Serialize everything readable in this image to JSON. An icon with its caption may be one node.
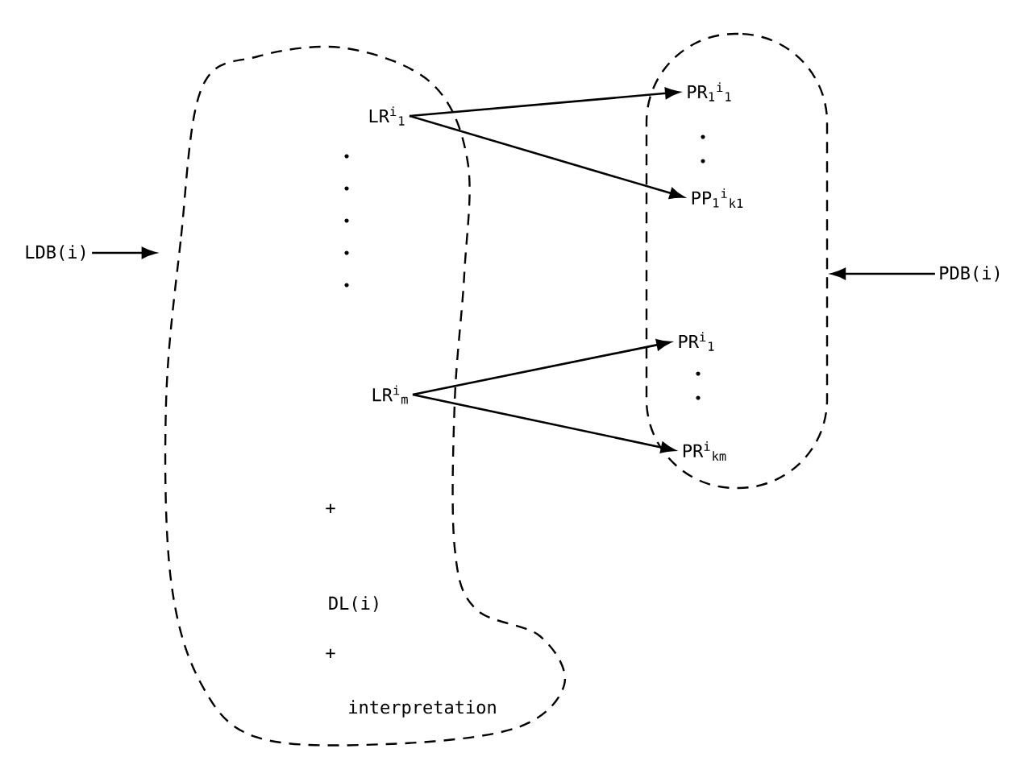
{
  "diagram": {
    "nodes": [
      {
        "text": [
          "LDB(i)"
        ]
      },
      {
        "text": [],
        "shape": "blob"
      },
      {
        "text": [
          "LR$^{i}$$_{1}$"
        ],
        "in": 1
      },
      {
        "text": [
          "LR$^{i}$$_{m}$"
        ],
        "in": 1
      },
      {
        "text": [],
        "shape": "oval"
      },
      {
        "text": [
          "PR$_{1}$$^{i}$$_{1}$"
        ],
        "in": 4
      },
      {
        "text": [
          "PP$_{1}$$^{i}$$_{k1}$"
        ],
        "in": 4
      },
      {
        "text": [
          "PR$^{i}$$_{1}$"
        ],
        "in": 4
      },
      {
        "text": [
          "PR$^{i}$$_{km}$"
        ],
        "in": 4
      },
      {
        "text": [
          "PDB(i)"
        ]
      }
    ],
    "edges": [
      {
        "from": 0,
        "to": 1,
        "arrow": "to"
      },
      {
        "from": 2,
        "to": 5,
        "arrow": "to"
      },
      {
        "from": 2,
        "to": 6,
        "arrow": "to"
      },
      {
        "from": 3,
        "to": 7,
        "arrow": "to"
      },
      {
        "from": 3,
        "to": 8,
        "arrow": "to"
      },
      {
        "from": 9,
        "to": 4,
        "arrow": "to"
      }
    ],
    "labels": [
      "+",
      "DL(i)",
      "+",
      "interpretation"
    ]
  }
}
